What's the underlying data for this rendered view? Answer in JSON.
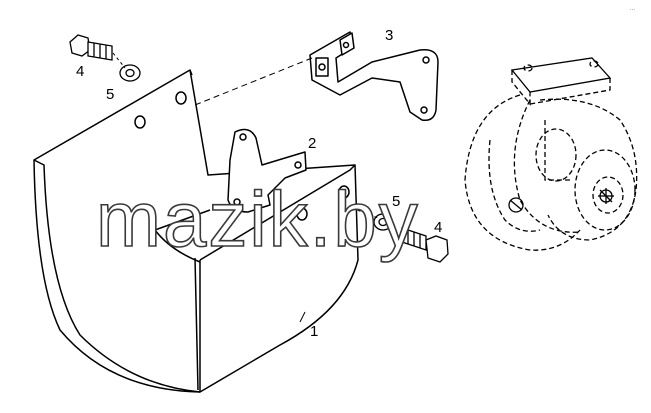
{
  "diagram": {
    "callouts": {
      "housing": "1",
      "bracket_lower": "2",
      "bracket_upper": "3",
      "bolt_left": "4",
      "washer_left": "5",
      "washer_right": "5",
      "bolt_right": "4"
    },
    "watermark": "mazik.by",
    "corner_mark": "...",
    "colors": {
      "line": "#000000",
      "fill": "#ffffff"
    }
  }
}
